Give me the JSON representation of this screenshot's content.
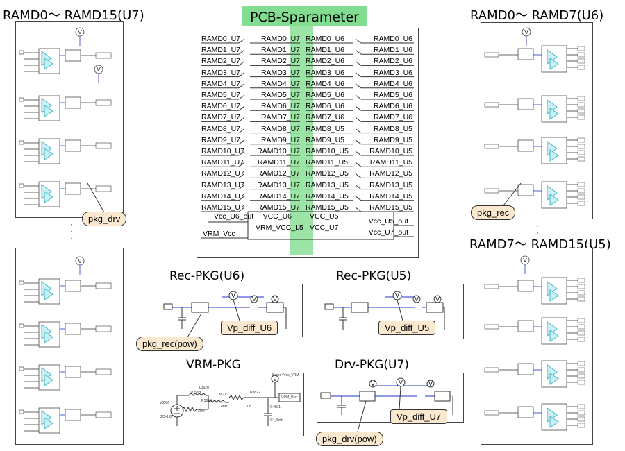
{
  "headings": {
    "u7_top": "RAMD0～ RAMD15(U7)",
    "pcb": "PCB-Sparameter",
    "u6": "RAMD0～ RAMD7(U6)",
    "u5": "RAMD7～ RAMD15(U5)",
    "rec_u6": "Rec-PKG(U6)",
    "rec_u5": "Rec-PKG(U5)",
    "vrm": "VRM-PKG",
    "drv_u7": "Drv-PKG(U7)"
  },
  "callouts": {
    "pkg_drv": "pkg_drv",
    "pkg_rec": "pkg_rec",
    "pkg_rec_pow": "pkg_rec(pow)",
    "vp_diff_u6": "Vp_diff_U6",
    "vp_diff_u5": "Vp_diff_U5",
    "vp_diff_u7": "Vp_diff_U7",
    "pkg_drv_pow": "pkg_drv(pow)"
  },
  "pcb": {
    "left_ports": [
      "RAMD0_U7",
      "RAMD1_U7",
      "RAMD2_U7",
      "RAMD3_U7",
      "RAMD4_U7",
      "RAMD5_U7",
      "RAMD6_U7",
      "RAMD7_U7",
      "RAMD8_U7",
      "RAMD9_U7",
      "RAMD10_U7",
      "RAMD11_U7",
      "RAMD12_U7",
      "RAMD13_U7",
      "RAMD14_U7",
      "RAMD15_U7"
    ],
    "inner_left": [
      "RAMD0_U7",
      "RAMD1_U7",
      "RAMD2_U7",
      "RAMD3_U7",
      "RAMD4_U7",
      "RAMD5_U7",
      "RAMD6_U7",
      "RAMD7_U7",
      "RAMD8_U7",
      "RAMD9_U7",
      "RAMD10_U7",
      "RAMD11_U7",
      "RAMD12_U7",
      "RAMD13_U7",
      "RAMD14_U7",
      "RAMD15_U7"
    ],
    "inner_right": [
      "RAMD0_U6",
      "RAMD1_U6",
      "RAMD2_U6",
      "RAMD3_U6",
      "RAMD4_U6",
      "RAMD5_U6",
      "RAMD6_U6",
      "RAMD7_U6",
      "RAMD8_U5",
      "RAMD9_U5",
      "RAMD10_U5",
      "RAMD11_U5",
      "RAMD12_U5",
      "RAMD13_U5",
      "RAMD14_U5",
      "RAMD15_U5"
    ],
    "right_ports": [
      "RAMD0_U6",
      "RAMD1_U6",
      "RAMD2_U6",
      "RAMD3_U6",
      "RAMD4_U6",
      "RAMD5_U6",
      "RAMD6_U6",
      "RAMD7_U6",
      "RAMD8_U5",
      "RAMD9_U5",
      "RAMD10_U5",
      "RAMD11_U5",
      "RAMD12_U5",
      "RAMD13_U5",
      "RAMD14_U5",
      "RAMD15_U5"
    ],
    "vcc_u6_out": "Vcc_U6_out",
    "vcc_u6": "VCC_U6",
    "vcc_u5": "VCC_U5",
    "vcc_u5_out": "Vcc_U5_out",
    "vrm_vcc": "VRM_Vcc",
    "vrm_vcc_l5": "VRM_VCC_L5",
    "vcc_u7": "VCC_U7",
    "vcc_u7_out": "Vcc_U7_out"
  },
  "vrm": {
    "v_src": "V3551",
    "dc": "DC=1.8",
    "l3620": "L3620",
    "r3819": "R3819",
    "l3821": "L3821",
    "r3822": "R3822",
    "c4591": "C4591",
    "val_l1": "67.5nH",
    "val_r1": "30m",
    "val_l2": "4nH",
    "val_r2": "1m",
    "val_c": "C4_6mh",
    "probe": "Name=Vcc_VRM",
    "out": "VRM_Vcc"
  },
  "colors": {
    "pcb_highlight": "#5ad26b",
    "callout_fill": "#fbe9cf",
    "net_blue": "#2233cc",
    "buffer_teal": "#39b8c8"
  }
}
